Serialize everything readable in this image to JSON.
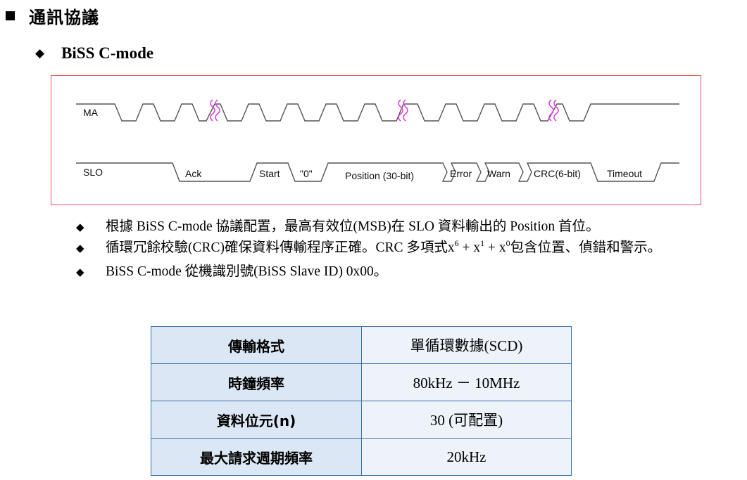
{
  "heading": {
    "text": "通訊協議"
  },
  "subheading": {
    "diamond": "◆",
    "text": "BiSS C-mode"
  },
  "diagram": {
    "ma_label": "MA",
    "slo_labels": [
      "SLO",
      "Ack",
      "Start",
      "\"0\"",
      "Position (30-bit)",
      "Error",
      "Warn",
      "CRC(6-bit)",
      "Timeout"
    ]
  },
  "bullets": {
    "diamond": "◆",
    "b1": "根據 BiSS C-mode 協議配置，最高有效位(MSB)在 SLO 資料輸出的 Position 首位。",
    "b2_pre": "循環冗餘校驗(CRC)確保資料傳輸程序正確。CRC 多項式x",
    "b2_exp1": "6",
    "b2_mid1": " + x",
    "b2_exp2": "1",
    "b2_mid2": " + x",
    "b2_exp3": "0",
    "b2_post": "包含位置、偵錯和警示。",
    "b3": "BiSS C-mode 從機識別號(BiSS Slave ID) 0x00。"
  },
  "spec_table": {
    "rows": [
      {
        "key": "傳輸格式",
        "value": "單循環數據(SCD)"
      },
      {
        "key": "時鐘頻率",
        "value": "80kHz － 10MHz"
      },
      {
        "key": "資料位元(n)",
        "value": "30 (可配置)"
      },
      {
        "key": "最大請求週期頻率",
        "value": "20kHz"
      }
    ]
  },
  "colors": {
    "diagram_border": "#e8535f",
    "break_mark": "#e040e0",
    "table_border": "#3b6ea8",
    "table_key_bg": "#dbe7f4",
    "table_val_bg": "#eef3f9"
  }
}
